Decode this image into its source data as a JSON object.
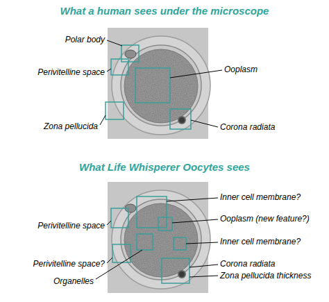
{
  "diagram": {
    "labels": [
      "What a human sees under the microscope",
      "Polar body",
      "Perivitelline space",
      "Zona pellucida",
      "Ooplasm",
      "Corona radiata",
      "What Life Whisperer Oocytes sees",
      "Inner cell membrane?",
      "Perivitelline space",
      "Ooplasm (new feature?)",
      "Inner cell membrane?",
      "Perivitelline space?",
      "Organelles",
      "Corona radiata",
      "Zona pellucida thickness"
    ]
  }
}
